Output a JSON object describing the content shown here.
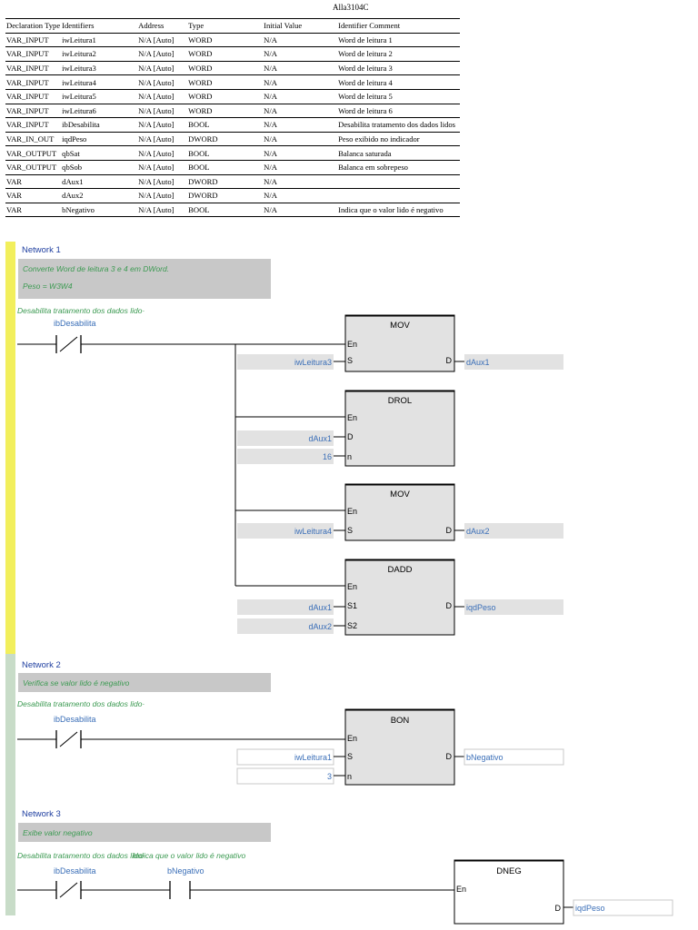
{
  "document": {
    "title": "Alla3104C"
  },
  "var_table": {
    "columns": [
      "Declaration Type",
      "Identifiers",
      "Address",
      "Type",
      "Initial Value",
      "Identifier Comment"
    ],
    "rows": [
      [
        "VAR_INPUT",
        "iwLeitura1",
        "N/A [Auto]",
        "WORD",
        "N/A",
        "Word de leitura 1"
      ],
      [
        "VAR_INPUT",
        "iwLeitura2",
        "N/A [Auto]",
        "WORD",
        "N/A",
        "Word de leitura 2"
      ],
      [
        "VAR_INPUT",
        "iwLeitura3",
        "N/A [Auto]",
        "WORD",
        "N/A",
        "Word de leitura 3"
      ],
      [
        "VAR_INPUT",
        "iwLeitura4",
        "N/A [Auto]",
        "WORD",
        "N/A",
        "Word de leitura 4"
      ],
      [
        "VAR_INPUT",
        "iwLeitura5",
        "N/A [Auto]",
        "WORD",
        "N/A",
        "Word de leitura 5"
      ],
      [
        "VAR_INPUT",
        "iwLeitura6",
        "N/A [Auto]",
        "WORD",
        "N/A",
        "Word de leitura 6"
      ],
      [
        "VAR_INPUT",
        "ibDesabilita",
        "N/A [Auto]",
        "BOOL",
        "N/A",
        "Desabilita tratamento dos dados lidos"
      ],
      [
        "VAR_IN_OUT",
        "iqdPeso",
        "N/A [Auto]",
        "DWORD",
        "N/A",
        "Peso exibido no indicador"
      ],
      [
        "VAR_OUTPUT",
        "qbSat",
        "N/A [Auto]",
        "BOOL",
        "N/A",
        "Balanca saturada"
      ],
      [
        "VAR_OUTPUT",
        "qbSob",
        "N/A [Auto]",
        "BOOL",
        "N/A",
        "Balanca em sobrepeso"
      ],
      [
        "VAR",
        "dAux1",
        "N/A [Auto]",
        "DWORD",
        "N/A",
        ""
      ],
      [
        "VAR",
        "dAux2",
        "N/A [Auto]",
        "DWORD",
        "N/A",
        ""
      ],
      [
        "VAR",
        "bNegativo",
        "N/A [Auto]",
        "BOOL",
        "N/A",
        "Indica que o valor lido é negativo"
      ]
    ]
  },
  "networks": [
    {
      "title": "Network 1",
      "comment_lines": [
        "Converte Word de leitura 3 e 4 em DWord.",
        "Peso = W3W4"
      ],
      "contacts": [
        {
          "comment": "Desabilita tratamento dos dados lido·",
          "variable": "ibDesabilita"
        }
      ],
      "blocks": [
        {
          "name": "MOV",
          "inputs": [
            {
              "pin": "S",
              "var": "iwLeitura3"
            }
          ],
          "outputs": [
            {
              "pin": "D",
              "var": "dAux1"
            }
          ]
        },
        {
          "name": "DROL",
          "inputs": [
            {
              "pin": "D",
              "var": "dAux1"
            },
            {
              "pin": "n",
              "var": "16"
            }
          ],
          "outputs": []
        },
        {
          "name": "MOV",
          "inputs": [
            {
              "pin": "S",
              "var": "iwLeitura4"
            }
          ],
          "outputs": [
            {
              "pin": "D",
              "var": "dAux2"
            }
          ]
        },
        {
          "name": "DADD",
          "inputs": [
            {
              "pin": "S1",
              "var": "dAux1"
            },
            {
              "pin": "S2",
              "var": "dAux2"
            }
          ],
          "outputs": [
            {
              "pin": "D",
              "var": "iqdPeso"
            }
          ]
        }
      ]
    },
    {
      "title": "Network 2",
      "comment_lines": [
        "Verifica se valor lido é negativo"
      ],
      "contacts": [
        {
          "comment": "Desabilita tratamento dos dados lido·",
          "variable": "ibDesabilita"
        }
      ],
      "blocks": [
        {
          "name": "BON",
          "inputs": [
            {
              "pin": "S",
              "var": "iwLeitura1"
            },
            {
              "pin": "n",
              "var": "3"
            }
          ],
          "outputs": [
            {
              "pin": "D",
              "var": "bNegativo"
            }
          ]
        }
      ]
    },
    {
      "title": "Network 3",
      "comment_lines": [
        "Exibe valor negativo"
      ],
      "contacts": [
        {
          "comment": "Desabilita tratamento dos dados lido·",
          "variable": "ibDesabilita"
        },
        {
          "comment": "Indica que o valor lido é negativo",
          "variable": "bNegativo"
        }
      ],
      "blocks": [
        {
          "name": "DNEG",
          "inputs": [],
          "outputs": [
            {
              "pin": "D",
              "var": "iqdPeso"
            }
          ]
        }
      ]
    }
  ],
  "pins": {
    "enable": "En"
  },
  "colors": {
    "network1_bar": "#f2ef5c",
    "network_bar": "#c8dcc8",
    "comment_box": "#c8c8c8",
    "block_fill": "#e2e2e2",
    "variable_link": "#3b6fb8",
    "title": "#1f3fa0",
    "comment_text": "#3c9a52"
  }
}
